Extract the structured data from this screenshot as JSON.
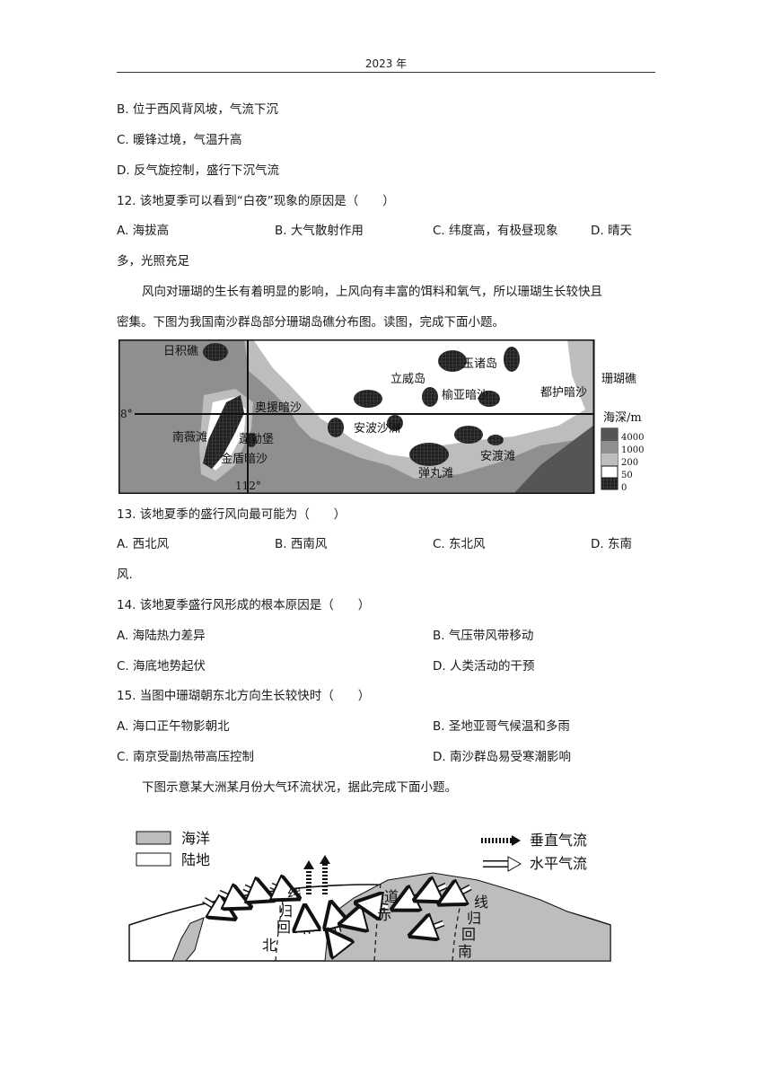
{
  "header": "2023 年",
  "q11_options": {
    "b": "B.  位于西风背风坡，气流下沉",
    "c": "C.  暖锋过境，气温升高",
    "d": "D.  反气旋控制，盛行下沉气流"
  },
  "q12": {
    "stem": "12.  该地夏季可以看到“白夜”现象的原因是（　　）",
    "a": "A.  海拔高",
    "b": "B.  大气散射作用",
    "c": "C.  纬度高，有极昼现象",
    "d": "D.  晴天",
    "d_cont": "多，光照充足"
  },
  "intro1_line1": "风向对珊瑚的生长有着明显的影响，上风向有丰富的饵料和氧气，所以珊瑚生长较快且",
  "intro1_line2": "密集。下图为我国南沙群岛部分珊瑚岛礁分布图。读图，完成下面小题。",
  "map": {
    "labels": {
      "rijijiao": "日积礁",
      "liweidao": "立威岛",
      "yuzhudao": "玉诸岛",
      "shanhujiao": "珊瑚礁",
      "aoyuanansha": "奥援暗沙",
      "yuyaansha": "榆亚暗沙",
      "duhuansha": "都护暗沙",
      "nanweitan": "南薇滩",
      "anboshazhou": "安波沙洲",
      "pengbobao": "蓬勃堡",
      "jindunansha": "金盾暗沙",
      "andutan": "安渡滩",
      "danwantan": "弹丸滩",
      "lat": "8°",
      "lon": "112°"
    },
    "legend_title": "海深/m",
    "legend_values": [
      "4000",
      "1000",
      "200",
      "50",
      "0"
    ]
  },
  "q13": {
    "stem": "13.  该地夏季的盛行风向最可能为（　　）",
    "a": "A.  西北风",
    "b": "B.  西南风",
    "c": "C.  东北风",
    "d": "D.  东南",
    "d_cont": "风."
  },
  "q14": {
    "stem": "14.  该地夏季盛行风形成的根本原因是（　　）",
    "a": "A.  海陆热力差异",
    "b": "B.  气压带风带移动",
    "c": "C.  海底地势起伏",
    "d": "D.  人类活动的干预"
  },
  "q15": {
    "stem": "15.  当图中珊瑚朝东北方向生长较快时（　　）",
    "a": "A.  海口正午物影朝北",
    "b": "B.  圣地亚哥气候温和多雨",
    "c": "C.  南京受副热带高压控制",
    "d": "D.  南沙群岛易受寒潮影响"
  },
  "intro2": "下图示意某大洲某月份大气环流状况，据此完成下面小题。",
  "circulation": {
    "legend_ocean": "海洋",
    "legend_land": "陆地",
    "legend_vertical": "垂直气流",
    "legend_horizontal": "水平气流",
    "tropic_n": [
      "线",
      "归",
      "回",
      "北"
    ],
    "equator": [
      "道",
      "赤"
    ],
    "tropic_s": [
      "线",
      "归",
      "回",
      "南"
    ]
  }
}
